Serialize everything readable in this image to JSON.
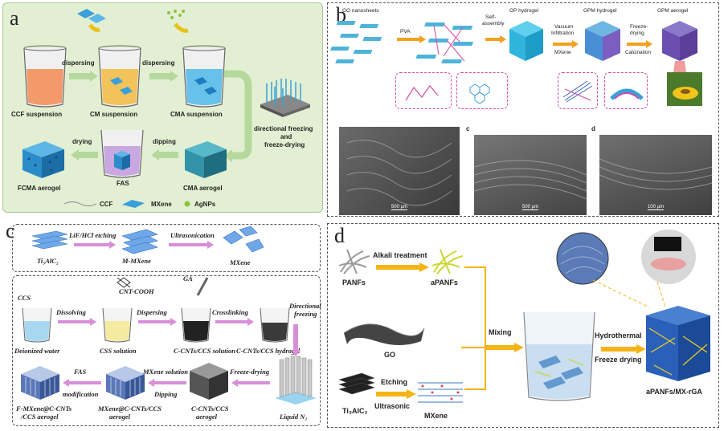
{
  "panel_a": {
    "tag": "a",
    "ccf_suspension": "CCF suspension",
    "cm_suspension": "CM suspension",
    "cma_suspension": "CMA suspension",
    "dispersing_1": "dispersing",
    "dispersing_2": "dispersing",
    "directional_freezing": "directional freezing",
    "and": "and",
    "freeze_drying": "freeze-drying",
    "cma_aerogel": "CMA aerogel",
    "dipping": "dipping",
    "fas": "FAS",
    "drying": "drying",
    "fcma_aerogel": "FCMA aerogel",
    "legend_ccf": "CCF",
    "legend_mxene": "MXene",
    "legend_agnps": "AgNPs"
  },
  "panel_b": {
    "tag": "b",
    "go_nanosheets": "GO nanosheets",
    "pva": "PVA",
    "self_assembly_1": "Self-",
    "self_assembly_2": "assembly",
    "gp_hydrogel": "GP hydrogel",
    "gpm_hydrogel": "GPM hydrogel",
    "gpm_aerogel": "GPM aerogel",
    "vacuum": "Vacuum",
    "infiltration": "Infiltration",
    "mxene": "MXene",
    "freeze": "Freeze-",
    "drying": "drying",
    "calcination": "Calcination",
    "sem_c": "c",
    "sem_d": "d",
    "scale_1": "500 μm",
    "scale_2": "500 μm",
    "scale_3": "100 μm"
  },
  "panel_c": {
    "tag": "c",
    "etching": "LiF/HCl etching",
    "ti3alc2": "Ti₃AlC₂",
    "m_mxene": "M-MXene",
    "ultrasonication": "Ultrasonication",
    "mxene": "MXene",
    "ccs": "CCS",
    "cnt_cooh": "CNT-COOH",
    "ga": "GA",
    "dissolving": "Dissolving",
    "dispersing": "Dispersing",
    "crosslinking": "Crosslinking",
    "directional": "Directional",
    "freezing": "freezing",
    "deionized_water": "Deionized water",
    "css_solution": "CSS solution",
    "ccnt_solution": "C-CNTs/CCS solution",
    "ccnt_hydrogel": "C-CNTs/CCS hydrogel",
    "fas": "FAS",
    "modification": "modification",
    "mxene_solution": "MXene solution",
    "dipping": "Dipping",
    "freeze_drying": "Freeze-drying",
    "liquid_n2": "Liquid N₂",
    "f_mxene_1": "F-MXene@C-CNTs",
    "f_mxene_2": "/CCS aerogel",
    "mxene_ccnt_1": "MXene@C-CNTs/CCS",
    "mxene_ccnt_2": "aerogel",
    "ccnt_aerogel_1": "C-CNTs/CCS",
    "ccnt_aerogel_2": "aerogel"
  },
  "panel_d": {
    "tag": "d",
    "panfs": "PANFs",
    "alkali": "Alkali treatment",
    "apanfs": "aPANFs",
    "go": "GO",
    "mixing": "Mixing",
    "hydrothermal": "Hydrothermal",
    "freeze_drying": "Freeze drying",
    "ti3alc2": "Ti₃AlC₂",
    "etching": "Etching",
    "ultrasonic": "Ultrasonic",
    "mxene": "MXene",
    "product": "aPANFs/MX-rGA"
  },
  "colors": {
    "green_arrow": "#b5d99c",
    "orange_arrow": "#f5b415",
    "pink_arrow": "#d88ed8",
    "mxene_blue": "#3aa0d8",
    "ccf_orange": "#f39a6b"
  }
}
